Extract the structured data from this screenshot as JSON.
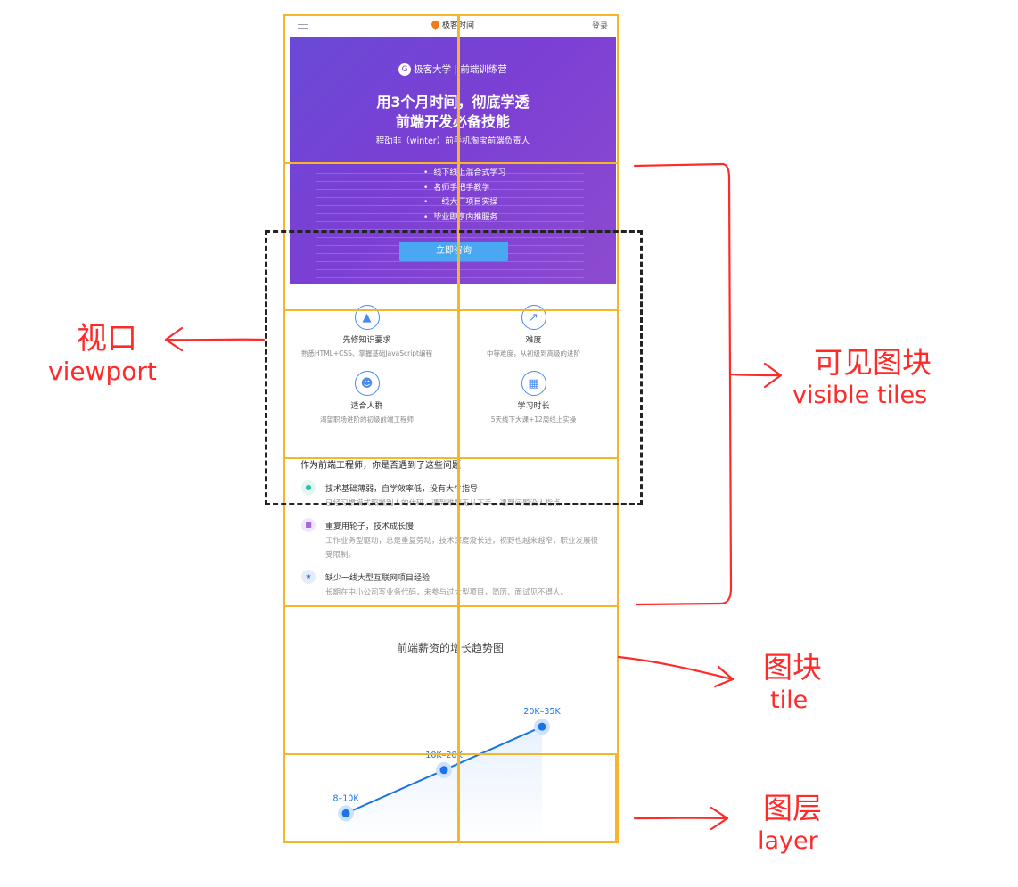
{
  "page": {
    "logo_text": "极客时间",
    "login": "登录",
    "banner": {
      "university": "极客大学 | 前端训练营",
      "headline_line1": "用3个月时间，彻底学透",
      "headline_line2": "前端开发必备技能",
      "subhead": "程劭非（winter）前手机淘宝前端负责人",
      "bullets": [
        "线下线上混合式学习",
        "名师手把手教学",
        "一线大厂项目实操",
        "毕业即享内推服务"
      ],
      "cta": "立即咨询"
    },
    "features": [
      {
        "icon": "graduation-cap-icon",
        "title": "先修知识要求",
        "desc": "熟悉HTML+CSS、掌握基础JavaScript编程"
      },
      {
        "icon": "chart-icon",
        "title": "难度",
        "desc": "中等难度，从初级到高级的进阶"
      },
      {
        "icon": "people-icon",
        "title": "适合人群",
        "desc": "渴望职场进阶的初级前端工程师"
      },
      {
        "icon": "calendar-icon",
        "title": "学习时长",
        "desc": "5天线下大课+12周线上实操"
      }
    ],
    "questions_title": "作为前端工程师，你是否遇到了这些问题",
    "problems": [
      {
        "icon": "person-icon",
        "color": "#2bbfa4",
        "title": "技术基础薄弱，自学效率低，没有大牛指导",
        "desc": "已经习惯模式照搬别人的代码，遇到难题无从下手，遇到问题没人指点。"
      },
      {
        "icon": "document-icon",
        "color": "#a06ad8",
        "title": "重复用轮子，技术成长慢",
        "desc": "工作业务型驱动，总是重复劳动，技术深度没长进，视野也越来越窄，职业发展很受限制。"
      },
      {
        "icon": "star-icon",
        "color": "#2f6fe0",
        "title": "缺少一线大型互联网项目经验",
        "desc": "长期在中小公司写业务代码，未参与过大型项目，简历、面试见不得人。"
      }
    ],
    "chart_title": "前端薪资的增长趋势图"
  },
  "chart_data": {
    "type": "line",
    "title": "前端薪资的增长趋势图",
    "categories": [
      "8–10K",
      "10K–20K",
      "20K–35K"
    ],
    "values": [
      1,
      2,
      3
    ],
    "data_labels": [
      "8–10K",
      "10K–20K",
      "20K–35K"
    ],
    "line_color": "#1a73e8"
  },
  "annotations": {
    "viewport_zh": "视口",
    "viewport_en": "viewport",
    "visible_tiles_zh": "可见图块",
    "visible_tiles_en": "visible tiles",
    "tile_zh": "图块",
    "tile_en": "tile",
    "layer_zh": "图层",
    "layer_en": "layer"
  },
  "colors": {
    "tile_outline": "#f5b62a",
    "annotation": "#ff2a2a",
    "viewport_outline": "#222222"
  }
}
